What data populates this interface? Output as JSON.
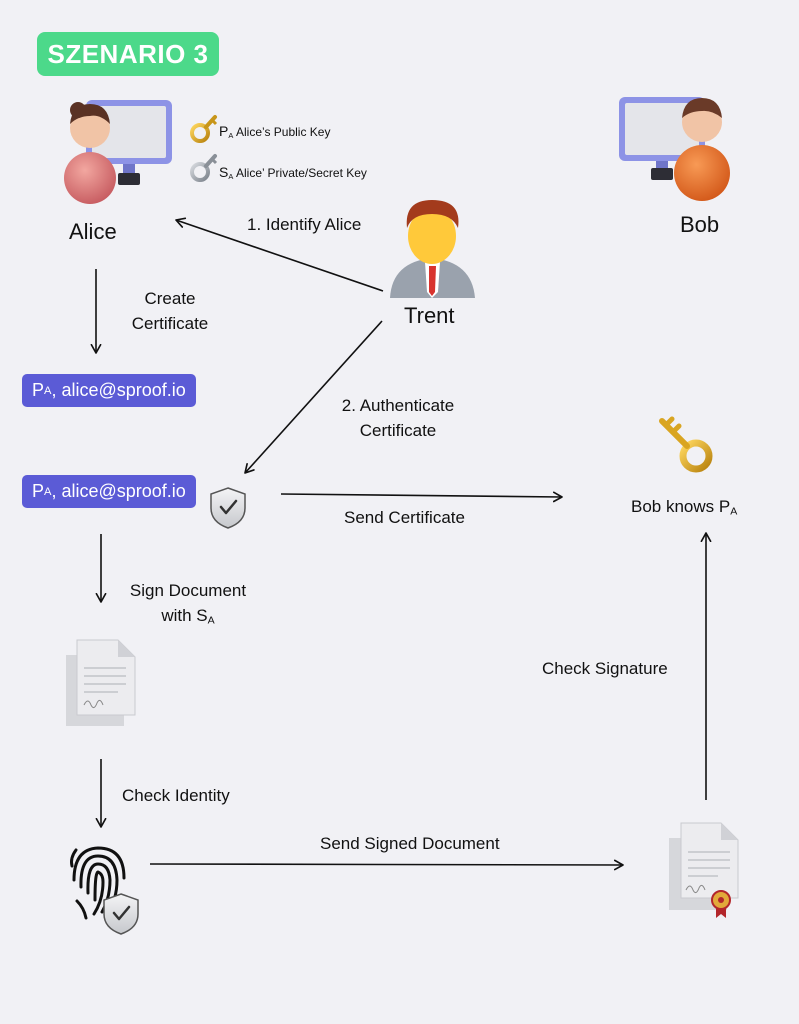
{
  "badge": "SZENARIO 3",
  "actors": {
    "alice": "Alice",
    "bob": "Bob",
    "trent": "Trent"
  },
  "keys": {
    "public_sym": "P",
    "public_sub": "A",
    "public_desc": "Alice’s Public Key",
    "private_sym": "S",
    "private_sub": "A",
    "private_desc": "Alice’ Private/Secret Key"
  },
  "steps": {
    "identify": "1. Identify Alice",
    "create_line1": "Create",
    "create_line2": "Certificate",
    "authenticate_line1": "2. Authenticate",
    "authenticate_line2": "Certificate",
    "send_certificate": "Send Certificate",
    "sign_line1": "Sign Document",
    "sign_line2_prefix": "with S",
    "sign_line2_sub": "A",
    "check_identity": "Check Identity",
    "send_signed": "Send Signed Document",
    "check_signature": "Check Signature",
    "bob_knows": "Bob knows P",
    "bob_knows_sub": "A"
  },
  "certificate": {
    "prefix": "P",
    "sub": "A",
    "suffix": ", alice@sproof.io"
  },
  "colors": {
    "badge": "#4cd98a",
    "certificate": "#5b5bd6",
    "background": "#f1f1f5",
    "gold_key": "#e0b030",
    "silver_key": "#9aa0a8"
  },
  "icons": [
    "alice-computer-avatar-icon",
    "bob-computer-avatar-icon",
    "trent-avatar-icon",
    "gold-key-icon",
    "silver-key-icon",
    "shield-check-icon",
    "document-icon",
    "fingerprint-icon",
    "certified-document-icon"
  ]
}
